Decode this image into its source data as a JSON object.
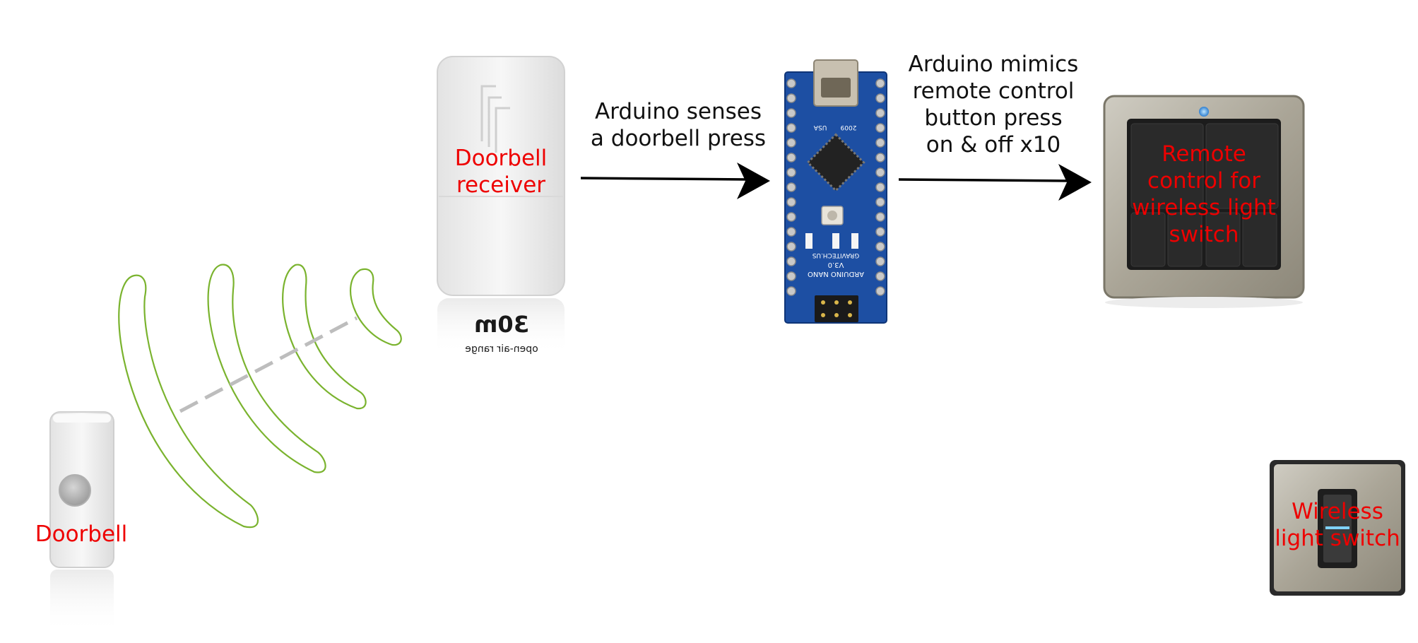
{
  "diagram": {
    "labels": {
      "doorbell": "Doorbell",
      "receiver_line1": "Doorbell",
      "receiver_line2": "receiver",
      "remote_line1": "Remote",
      "remote_line2": "control for",
      "remote_line3": "wireless light",
      "remote_line4": "switch",
      "switch_line1": "Wireless",
      "switch_line2": "light switch"
    },
    "annotations": {
      "senses_line1": "Arduino senses",
      "senses_line2": "a doorbell press",
      "mimics_line1": "Arduino mimics",
      "mimics_line2": "remote control",
      "mimics_line3": "button press",
      "mimics_line4": "on & off x10"
    },
    "receiver_reflection": {
      "range": "30m",
      "caption": "open-air range"
    },
    "arduino": {
      "board_name": "ARDUINO NANO",
      "version": "V3.0",
      "maker": "GRAVITECH.US",
      "year": "2009",
      "usb_label": "USA"
    },
    "colors": {
      "label_red": "#ee0000",
      "wave_green": "#7ab32e",
      "board_blue": "#1d4fa3",
      "panel_metal": "#b7b3a6"
    },
    "icons": [
      "doorbell-button-icon",
      "wireless-wave-icon",
      "receiver-device-icon",
      "arduino-nano-board-icon",
      "remote-control-panel-icon",
      "wall-light-switch-icon",
      "arrow-icon"
    ]
  }
}
